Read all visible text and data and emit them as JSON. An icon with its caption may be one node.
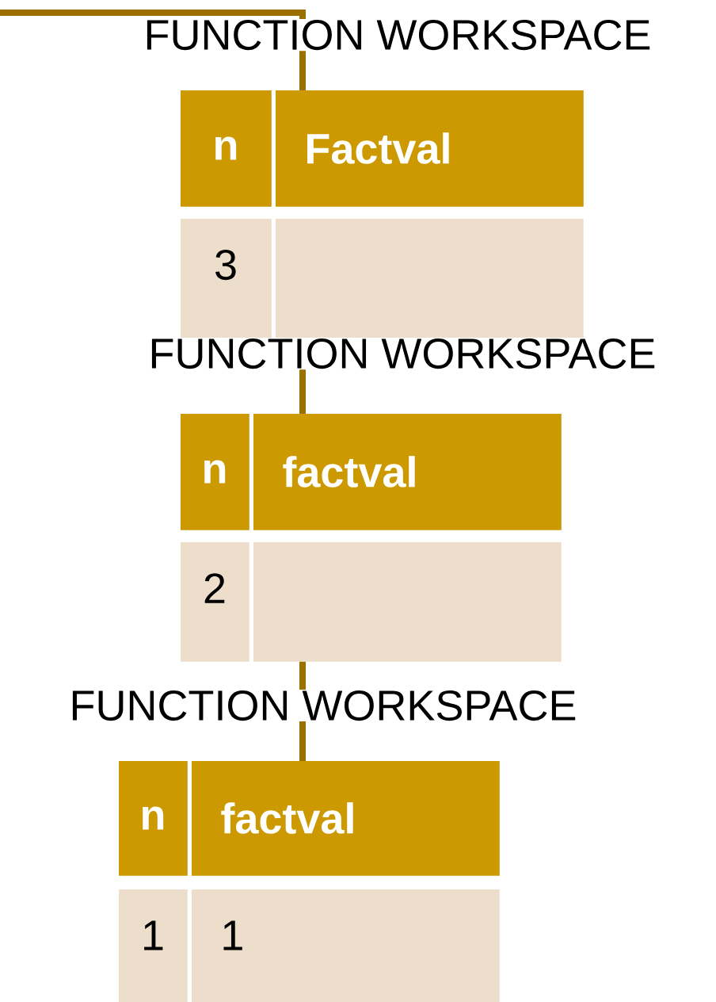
{
  "diagram": {
    "nodes": [
      {
        "text": [
          "n"
        ]
      },
      {
        "text": [
          "Factval"
        ]
      },
      {
        "text": [
          "3"
        ]
      },
      {
        "text": [],
        "shape": "box"
      },
      {
        "text": [
          "n"
        ]
      },
      {
        "text": [
          "factval"
        ]
      },
      {
        "text": [
          "2"
        ]
      },
      {
        "text": [],
        "shape": "box"
      },
      {
        "text": [
          "n"
        ]
      },
      {
        "text": [
          "factval"
        ]
      },
      {
        "text": [
          "1"
        ]
      },
      {
        "text": [
          "1"
        ]
      }
    ],
    "edges": [
      {
        "from": null,
        "to": 1,
        "arrow": "none"
      },
      {
        "from": 3,
        "to": 5,
        "arrow": "none"
      },
      {
        "from": 7,
        "to": 9,
        "arrow": "none"
      }
    ],
    "labels": [
      "FUNCTION WORKSPACE",
      "FUNCTION WORKSPACE",
      "FUNCTION WORKSPACE"
    ]
  }
}
